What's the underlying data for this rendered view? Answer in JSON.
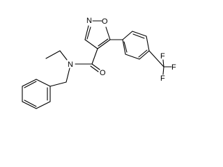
{
  "molecule": {
    "labels": {
      "N_ring": "N",
      "O_ring": "O",
      "O_carbonyl": "O",
      "N_amide": "N",
      "F_top": "F",
      "F_right": "F",
      "F_bottom": "F"
    },
    "bond_color": "#000000"
  }
}
